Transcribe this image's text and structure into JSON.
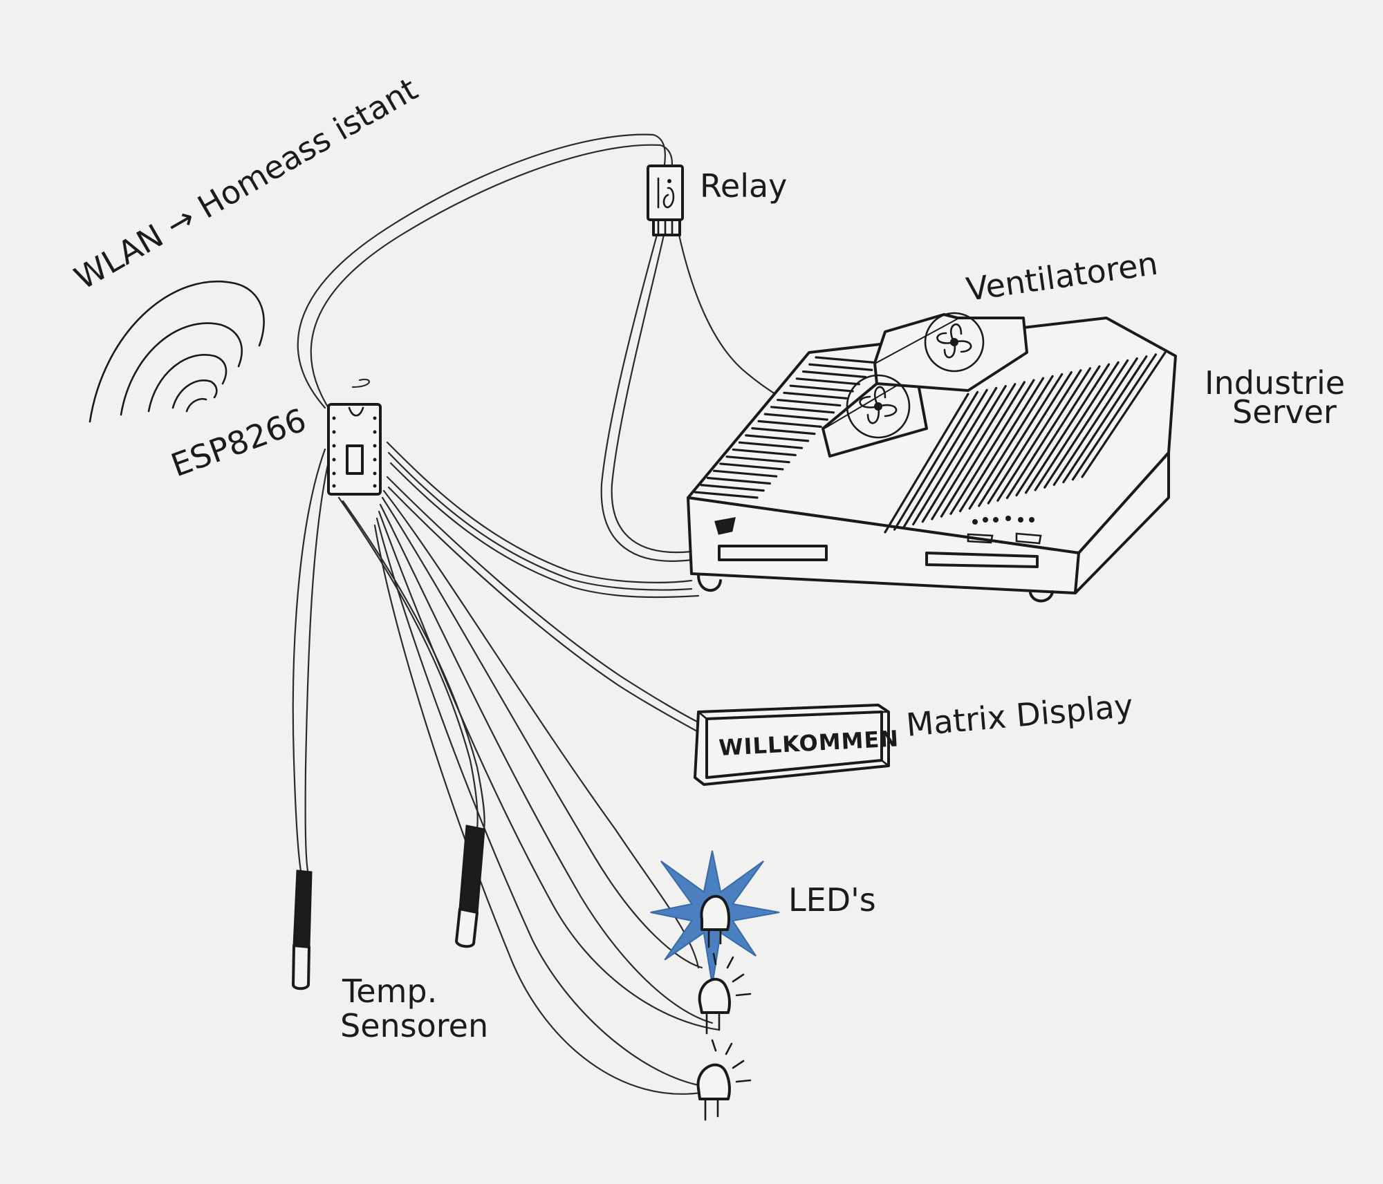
{
  "labels": {
    "wlan": "WLAN → Homeass istant",
    "esp": "ESP8266",
    "relay": "Relay",
    "fans": "Ventilatoren",
    "server_line1": "Industrie",
    "server_line2": "Server",
    "matrix": "Matrix Display",
    "display_text": "WILLKOMMEN",
    "leds": "LED's",
    "sensors_line1": "Temp.",
    "sensors_line2": "Sensoren"
  },
  "colors": {
    "paper": "#f1f1f0",
    "ink": "#1a1a1a",
    "led_glow": "#4a7fc0"
  },
  "icons": [
    "wifi-waves-icon",
    "fan-icon",
    "led-icon",
    "temperature-probe-icon",
    "relay-icon"
  ]
}
